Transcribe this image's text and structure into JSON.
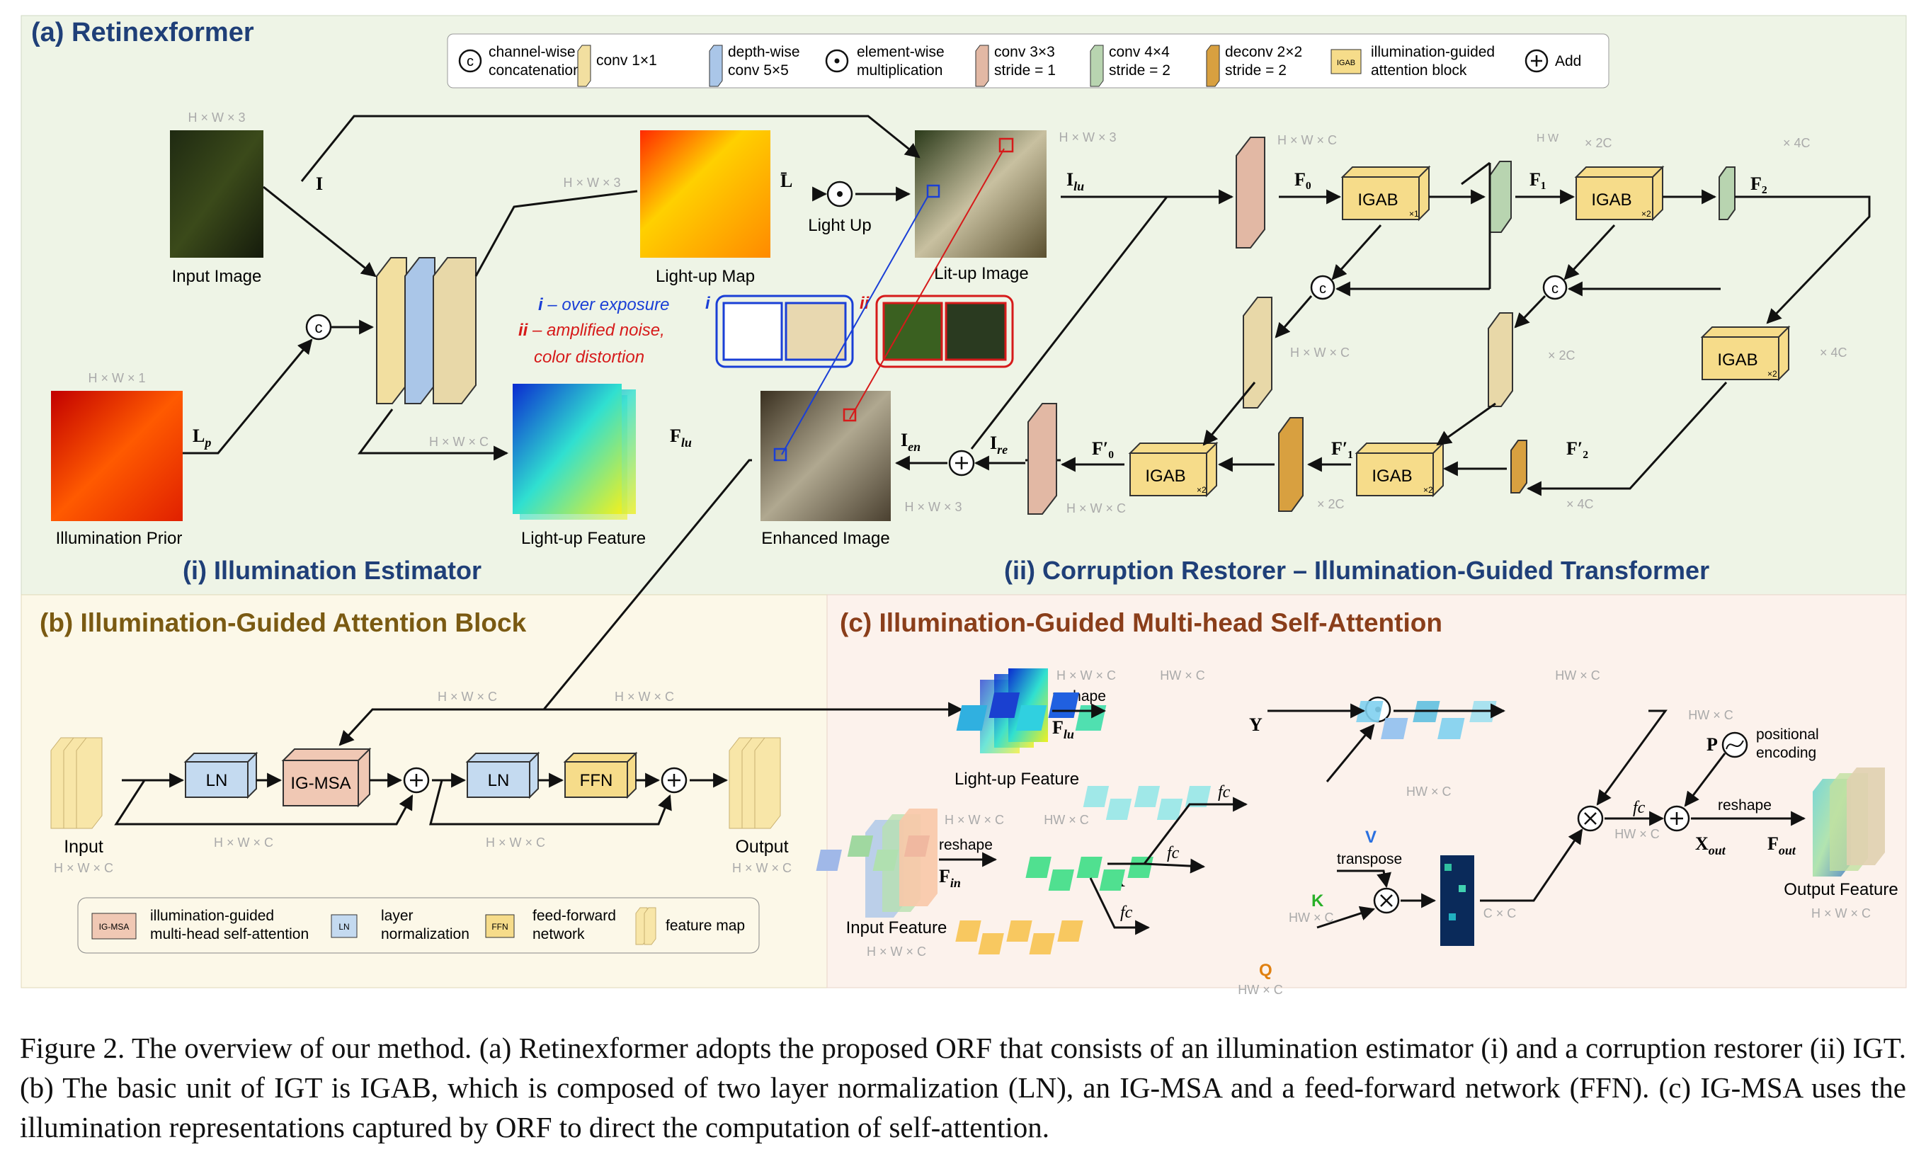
{
  "panel_a": {
    "title": "(a) Retinexformer",
    "section_i": "(i) Illumination Estimator",
    "section_ii": "(ii) Corruption Restorer – Illumination-Guided Transformer",
    "legend": {
      "concat_l1": "channel-wise",
      "concat_l2": "concatenation",
      "conv1": "conv 1×1",
      "dw_l1": "depth-wise",
      "dw_l2": "conv 5×5",
      "mult_l1": "element-wise",
      "mult_l2": "multiplication",
      "c33_l1": "conv 3×3",
      "c33_l2": "stride = 1",
      "c44_l1": "conv 4×4",
      "c44_l2": "stride = 2",
      "dc_l1": "deconv 2×2",
      "dc_l2": "stride = 2",
      "igab_l1": "illumination-guided",
      "igab_l2": "attention block",
      "add": "Add"
    },
    "images": {
      "input": "Input Image",
      "prior": "Illumination Prior",
      "lightup_map": "Light-up Map",
      "litup": "Lit-up Image",
      "lightup_feature": "Light-up Feature",
      "enhanced": "Enhanced Image",
      "light_up_op": "Light Up"
    },
    "dims": {
      "hw3": "H × W × 3",
      "hw1": "H × W × 1",
      "hwc": "H × W × C",
      "h2w2": "× 2C",
      "h4w4": "× 4C"
    },
    "symbols": {
      "I": "I",
      "Lp": "L",
      "Lp_sub": "p",
      "Lbar": "L̄",
      "Flu": "F",
      "Flu_sub": "lu",
      "Ilu": "I",
      "Ilu_sub": "lu",
      "Ien": "I",
      "Ien_sub": "en",
      "Ire": "I",
      "Ire_sub": "re",
      "F0": "F₀",
      "F1": "F₁",
      "F2": "F₂",
      "F0p": "F′₀",
      "F1p": "F′₁",
      "F2p": "F′₂"
    },
    "igab": {
      "label": "IGAB",
      "x1": "×1",
      "x2": "×2"
    },
    "annotations": {
      "i": "i",
      "ii": "ii",
      "i_text": "– over exposure",
      "ii_text1": "– amplified noise,",
      "ii_text2": "color distortion"
    }
  },
  "panel_b": {
    "title": "(b) Illumination-Guided Attention Block",
    "ln": "LN",
    "igmsa": "IG-MSA",
    "ffn": "FFN",
    "input": "Input",
    "output": "Output",
    "dim": "H × W × C",
    "legend": {
      "igmsa_l1": "illumination-guided",
      "igmsa_l2": "multi-head self-attention",
      "ln_l1": "layer",
      "ln_l2": "normalization",
      "ffn_l1": "feed-forward",
      "ffn_l2": "network",
      "fm": "feature map",
      "igmsa_icon": "IG-MSA",
      "ln_icon": "LN",
      "ffn_icon": "FFN"
    }
  },
  "panel_c": {
    "title": "(c) Illumination-Guided Multi-head Self-Attention",
    "lightup_feature": "Light-up Feature",
    "input_feature": "Input Feature",
    "output_feature": "Output Feature",
    "reshape": "reshape",
    "transpose": "transpose",
    "fc": "fc",
    "Y": "Y",
    "X": "X",
    "V": "V",
    "K": "K",
    "Q": "Q",
    "P": "P",
    "pos_l1": "positional",
    "pos_l2": "encoding",
    "dims": {
      "hwc": "H × W × C",
      "HWC": "HW × C",
      "CC": "C × C"
    },
    "Xout": "X",
    "Xout_sub": "out",
    "Fout": "F",
    "Fout_sub": "out",
    "Fin": "F",
    "Fin_sub": "in",
    "Flu": "F",
    "Flu_sub": "lu"
  },
  "caption": "Figure 2. The overview of our method. (a) Retinexformer adopts the proposed ORF that consists of an illumination estimator (i) and a corruption restorer (ii) IGT. (b) The basic unit of IGT is IGAB, which is composed of two layer normalization (LN), an IG-MSA and a feed-forward network (FFN). (c) IG-MSA uses the illumination representations captured by ORF to direct the computation of self-attention.",
  "colors": {
    "title_blue": "#1f3f78",
    "title_b": "#7a5a12",
    "title_c": "#8a3e1a",
    "blue": "#1a3fd6",
    "red": "#d61a1a"
  }
}
